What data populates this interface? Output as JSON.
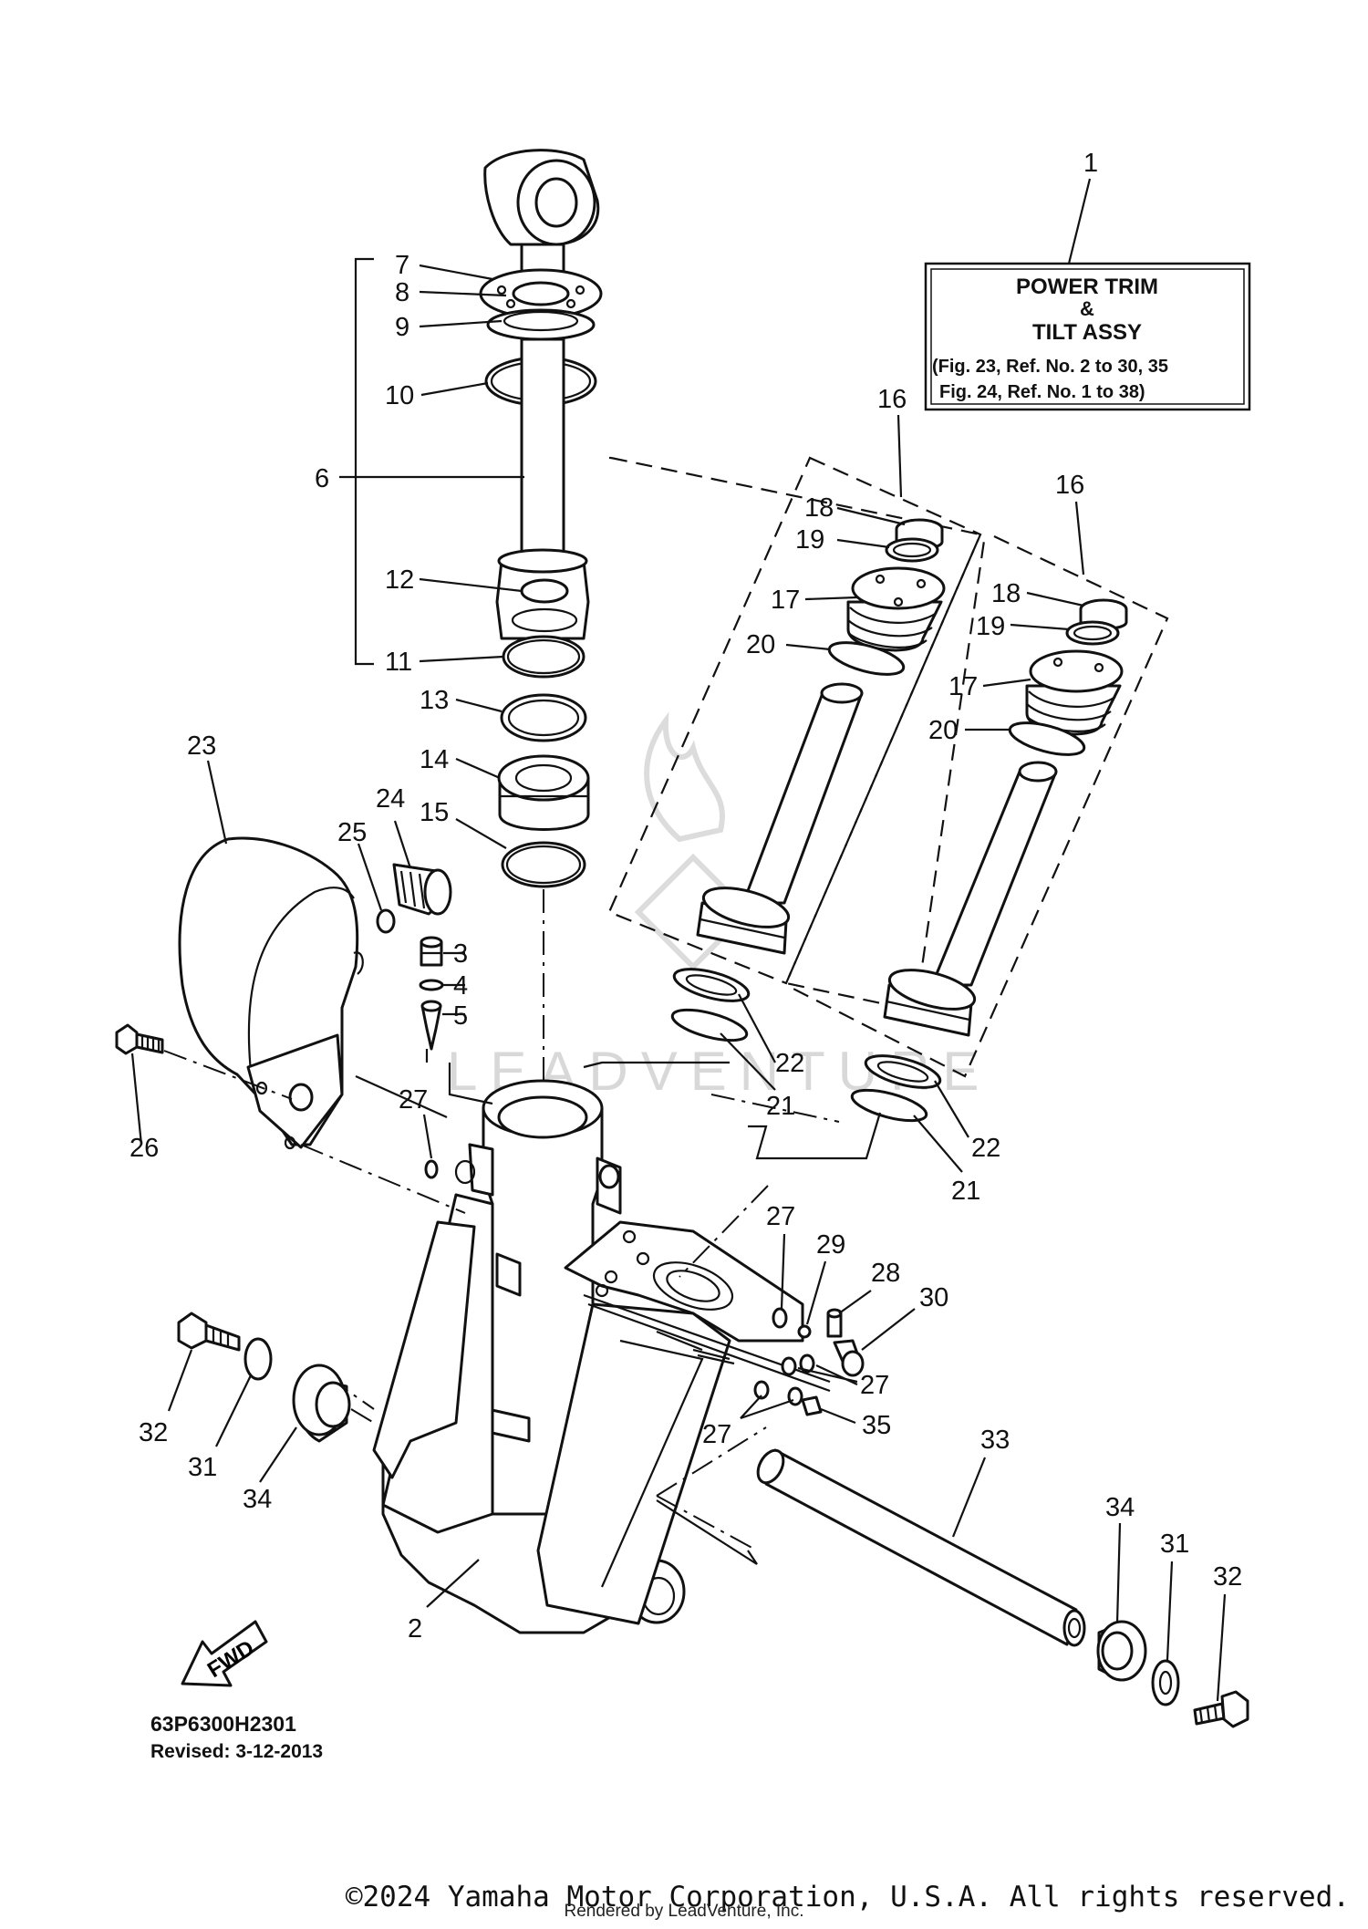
{
  "title_box": {
    "line1": "POWER TRIM",
    "line2": "&",
    "line3": "TILT ASSY",
    "line4": "(Fig. 23, Ref. No. 2 to 30, 35",
    "line5": "Fig. 24, Ref. No. 1 to 38)"
  },
  "callouts": {
    "c1": "1",
    "c2": "2",
    "c3": "3",
    "c4": "4",
    "c5": "5",
    "c6": "6",
    "c7": "7",
    "c8": "8",
    "c9": "9",
    "c10": "10",
    "c11": "11",
    "c12": "12",
    "c13": "13",
    "c14": "14",
    "c15": "15",
    "c16a": "16",
    "c16b": "16",
    "c17a": "17",
    "c17b": "17",
    "c18a": "18",
    "c18b": "18",
    "c19a": "19",
    "c19b": "19",
    "c20a": "20",
    "c20b": "20",
    "c21a": "21",
    "c21b": "21",
    "c22a": "22",
    "c22b": "22",
    "c23": "23",
    "c24": "24",
    "c25": "25",
    "c26": "26",
    "c27a": "27",
    "c27b": "27",
    "c27c": "27",
    "c27d": "27",
    "c28": "28",
    "c29": "29",
    "c30": "30",
    "c31a": "31",
    "c31b": "31",
    "c32a": "32",
    "c32b": "32",
    "c33": "33",
    "c34a": "34",
    "c34b": "34",
    "c35": "35"
  },
  "fwd_label": "FWD",
  "diagram_code": "63P6300H2301",
  "revised": "Revised: 3-12-2013",
  "watermark": "LEADVENTURE",
  "footer": {
    "copyright": "©2024 Yamaha Motor Corporation, U.S.A. All rights reserved.",
    "rendered_by": "Rendered by LeadVenture, Inc."
  }
}
